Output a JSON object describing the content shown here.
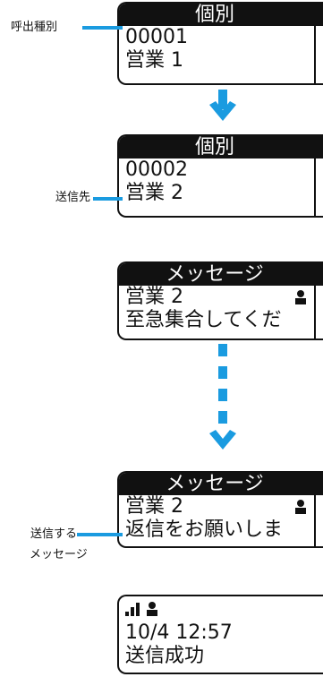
{
  "screens": {
    "individual_1": {
      "header": "個別",
      "line1": "00001",
      "line2": "営業 1"
    },
    "individual_2": {
      "header": "個別",
      "line1": "00002",
      "line2": "営業 2"
    },
    "message_1": {
      "header": "メッセージ",
      "line1": "営業 2",
      "line2": "至急集合してくだ"
    },
    "message_2": {
      "header": "メッセージ",
      "line1": "営業 2",
      "line2": "返信をお願いしま"
    },
    "result": {
      "line1": "10/4 12:57",
      "line2": "送信成功"
    }
  },
  "labels": {
    "call_type": "呼出種別",
    "destination": "送信先",
    "send_message_1": "送信する",
    "send_message_2": "メッセージ"
  },
  "colors": {
    "accent": "#1a9be0",
    "lcd_dark": "#111111"
  },
  "icons": [
    "user-icon",
    "signal-icon",
    "arrow-down-icon",
    "dashed-arrow-down-icon"
  ]
}
